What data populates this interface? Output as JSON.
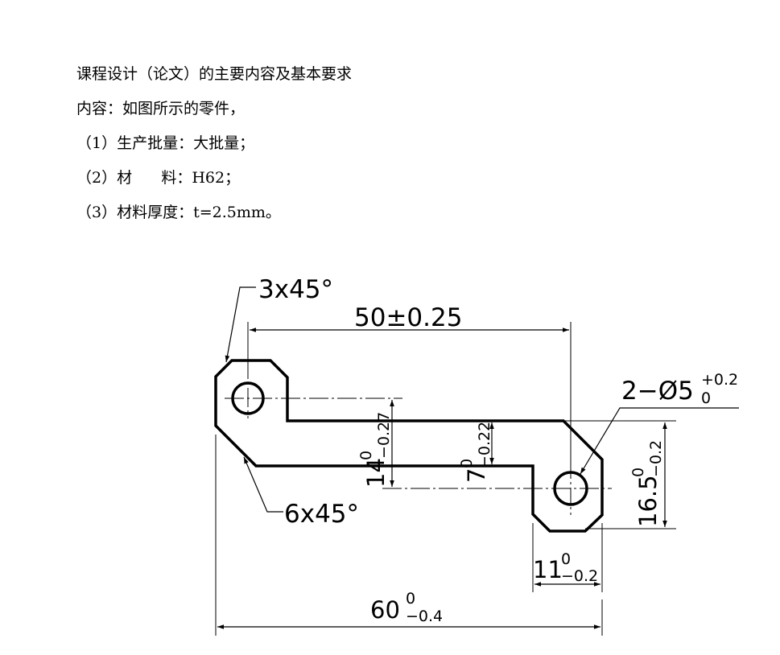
{
  "document": {
    "heading": "课程设计（论文）的主要内容及基本要求",
    "content_line": "内容：如图所示的零件，",
    "requirements": [
      "（1）生产批量：大批量；",
      "（2）材      料：H62；",
      "（3）材料厚度：t=2.5mm。"
    ]
  },
  "drawing": {
    "chamfer_top": "3x45°",
    "chamfer_bottom": "6x45°",
    "dim_center_distance": "50±0.25",
    "hole_spec": {
      "prefix": "2−Ø5",
      "upper": "+0.2",
      "lower": "0"
    },
    "dim_height_left": {
      "base": "14",
      "upper": "0",
      "lower": "−0.27"
    },
    "dim_height_middle": {
      "base": "7",
      "upper": "0",
      "lower": "−0.22"
    },
    "dim_height_right": {
      "base": "16.5",
      "upper": "0",
      "lower": "−0.2"
    },
    "dim_width_small": {
      "base": "11",
      "upper": "0",
      "lower": "−0.2"
    },
    "dim_width_total": {
      "base": "60",
      "upper": "0",
      "lower": "−0.4"
    }
  }
}
